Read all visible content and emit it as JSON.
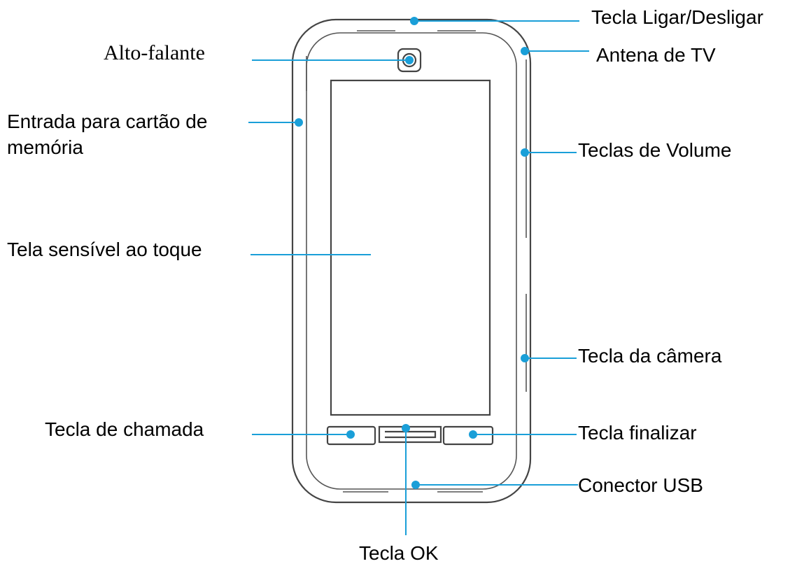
{
  "colors": {
    "leader": "#1a9fd8",
    "outline": "#444444",
    "text": "#000000"
  },
  "labels": {
    "power_key": "Tecla Ligar/Desligar",
    "speaker": "Alto-falante",
    "tv_antenna": "Antena de TV",
    "memory_card_line1": "Entrada para cartão de",
    "memory_card_line2": "memória",
    "volume_keys": "Teclas de Volume",
    "touch_screen": "Tela sensível ao toque",
    "camera_key": "Tecla da câmera",
    "call_key": "Tecla de chamada",
    "end_key": "Tecla finalizar",
    "usb_connector": "Conector USB",
    "ok_key": "Tecla OK"
  }
}
